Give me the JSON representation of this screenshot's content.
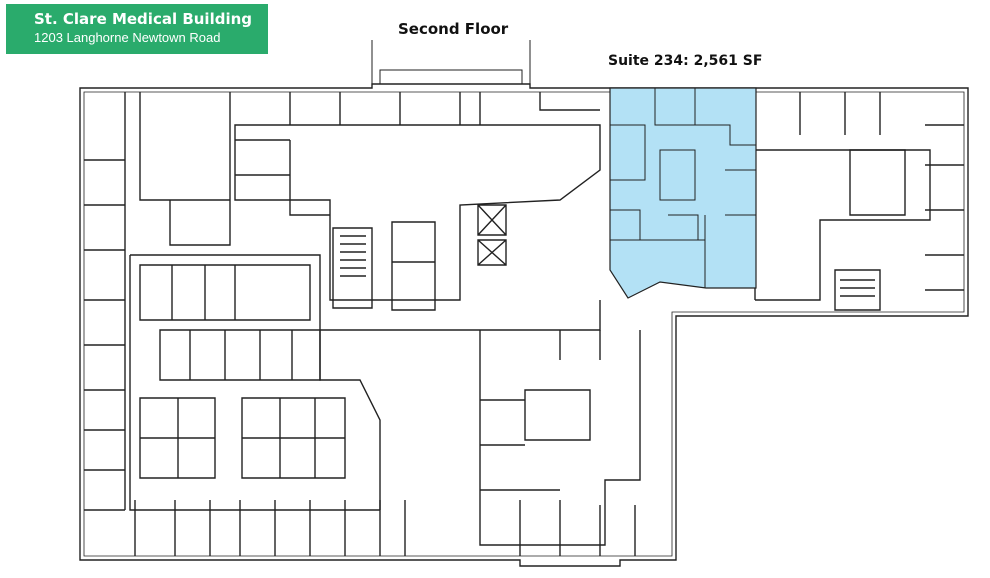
{
  "building": {
    "name": "St. Clare Medical Building",
    "address": "1203 Langhorne Newtown Road"
  },
  "floor_label": "Second Floor",
  "suite": {
    "label": "Suite 234: 2,561 SF",
    "highlight_color": "#b3e1f5"
  },
  "colors": {
    "badge": "#2aab6c",
    "walls": "#222222"
  }
}
